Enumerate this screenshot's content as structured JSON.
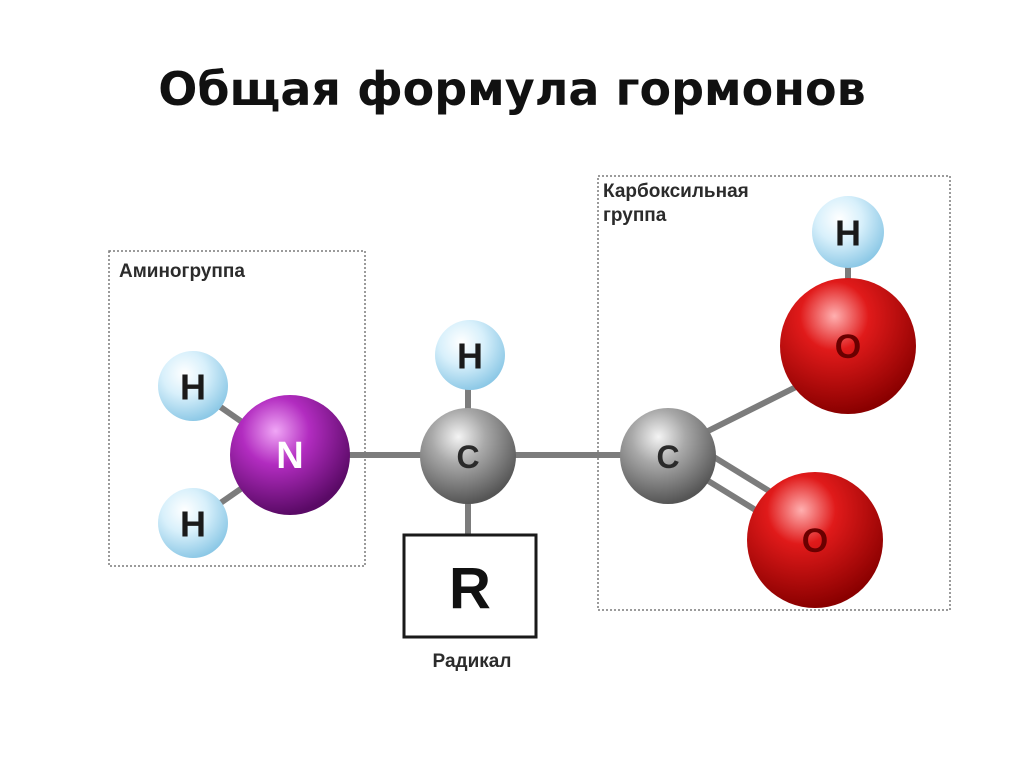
{
  "slide": {
    "title": "Общая формула гормонов"
  },
  "groups": {
    "amino": {
      "label": "Аминогруппа"
    },
    "carboxyl": {
      "label_line1": "Карбоксильная",
      "label_line2": "группа"
    },
    "radical": {
      "label": "Радикал",
      "symbol": "R"
    }
  },
  "atoms": {
    "h_amino_top": "H",
    "h_amino_bottom": "H",
    "nitrogen": "N",
    "h_alpha": "H",
    "carbon_alpha": "C",
    "carbon_carboxyl": "C",
    "oxygen_hydroxyl": "O",
    "h_hydroxyl": "H",
    "oxygen_double": "O"
  },
  "colors": {
    "hydrogen": "#bfe4f7",
    "nitrogen": "#9a1aa8",
    "carbon": "#8a8a8a",
    "oxygen": "#d40c0c",
    "bond": "#7a7a7a"
  }
}
